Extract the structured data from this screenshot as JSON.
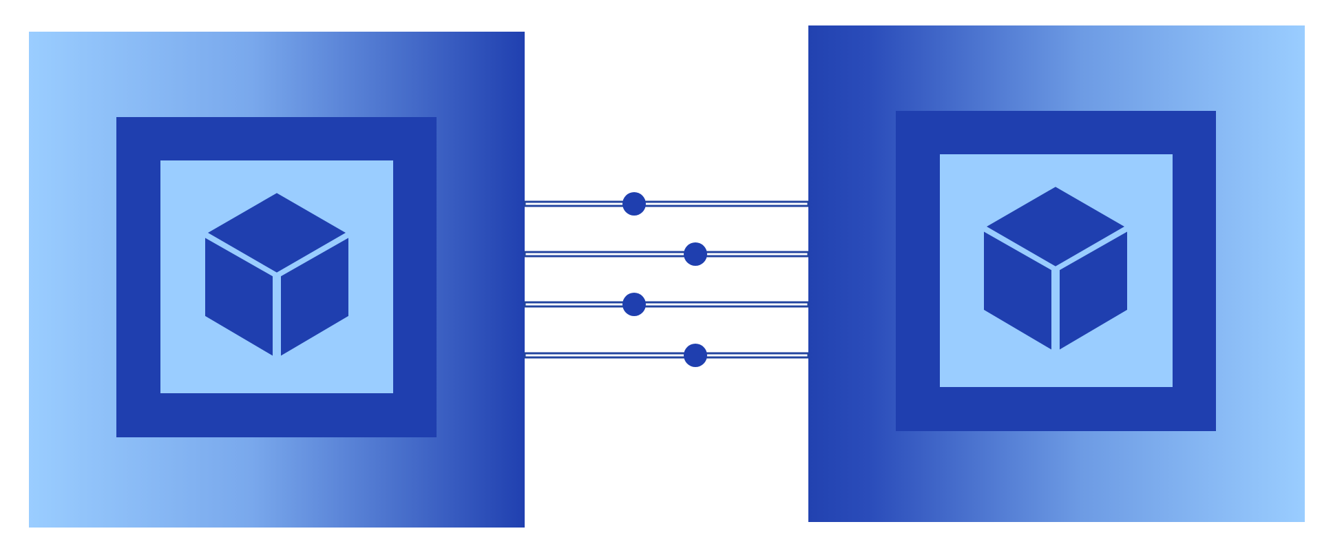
{
  "colors": {
    "background": "#ffffff",
    "light": "#9ACDFF",
    "dark": "#1F3FAF",
    "mid": "#2347B2",
    "line": "#23449F",
    "dot": "#1F3FAF"
  },
  "nodes": [
    {
      "name": "left-node",
      "icon": "cube-icon",
      "gradient": "light-to-dark"
    },
    {
      "name": "right-node",
      "icon": "cube-icon",
      "gradient": "dark-to-light"
    }
  ],
  "connections": [
    {
      "name": "connection-1",
      "marker": "circle"
    },
    {
      "name": "connection-2",
      "marker": "circle"
    },
    {
      "name": "connection-3",
      "marker": "circle"
    },
    {
      "name": "connection-4",
      "marker": "circle"
    }
  ]
}
